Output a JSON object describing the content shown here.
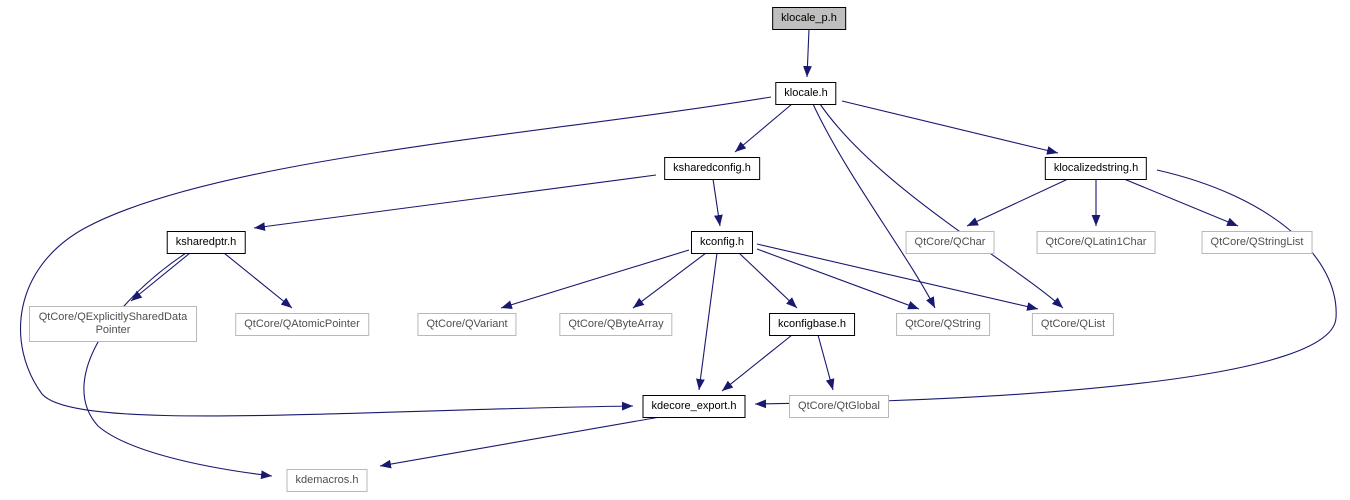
{
  "graph": {
    "description": "Include dependency graph rooted at klocale_p.h",
    "colors": {
      "edge": "#191970",
      "root_fill": "#bfbfbf",
      "internal_border": "#000000",
      "external_border": "#b8b8b8",
      "external_text": "#4f4f4f",
      "background": "#ffffff"
    },
    "nodes": [
      {
        "label": "klocale_p.h",
        "type": "root"
      },
      {
        "label": "klocale.h",
        "type": "internal"
      },
      {
        "label": "ksharedconfig.h",
        "type": "internal"
      },
      {
        "label": "klocalizedstring.h",
        "type": "internal"
      },
      {
        "label": "ksharedptr.h",
        "type": "internal"
      },
      {
        "label": "kconfig.h",
        "type": "internal"
      },
      {
        "label": "QtCore/QChar",
        "type": "external"
      },
      {
        "label": "QtCore/QLatin1Char",
        "type": "external"
      },
      {
        "label": "QtCore/QStringList",
        "type": "external"
      },
      {
        "label": "QtCore/QExplicitlySharedDataPointer",
        "type": "external"
      },
      {
        "label": "QtCore/QAtomicPointer",
        "type": "external"
      },
      {
        "label": "QtCore/QVariant",
        "type": "external"
      },
      {
        "label": "QtCore/QByteArray",
        "type": "external"
      },
      {
        "label": "kconfigbase.h",
        "type": "internal"
      },
      {
        "label": "QtCore/QString",
        "type": "external"
      },
      {
        "label": "QtCore/QList",
        "type": "external"
      },
      {
        "label": "kdecore_export.h",
        "type": "internal"
      },
      {
        "label": "QtCore/QtGlobal",
        "type": "external"
      },
      {
        "label": "kdemacros.h",
        "type": "external"
      }
    ],
    "edges": [
      {
        "from": "klocale_p.h",
        "to": "klocale.h"
      },
      {
        "from": "klocale.h",
        "to": "ksharedconfig.h"
      },
      {
        "from": "klocale.h",
        "to": "klocalizedstring.h"
      },
      {
        "from": "klocale.h",
        "to": "QtCore/QString"
      },
      {
        "from": "klocale.h",
        "to": "QtCore/QList"
      },
      {
        "from": "klocale.h",
        "to": "kdecore_export.h"
      },
      {
        "from": "ksharedconfig.h",
        "to": "kconfig.h"
      },
      {
        "from": "ksharedconfig.h",
        "to": "ksharedptr.h"
      },
      {
        "from": "ksharedptr.h",
        "to": "QtCore/QExplicitlySharedDataPointer"
      },
      {
        "from": "ksharedptr.h",
        "to": "QtCore/QAtomicPointer"
      },
      {
        "from": "ksharedptr.h",
        "to": "kdemacros.h"
      },
      {
        "from": "kconfig.h",
        "to": "QtCore/QVariant"
      },
      {
        "from": "kconfig.h",
        "to": "QtCore/QByteArray"
      },
      {
        "from": "kconfig.h",
        "to": "kconfigbase.h"
      },
      {
        "from": "kconfig.h",
        "to": "QtCore/QString"
      },
      {
        "from": "kconfig.h",
        "to": "QtCore/QList"
      },
      {
        "from": "kconfig.h",
        "to": "kdecore_export.h"
      },
      {
        "from": "kconfigbase.h",
        "to": "kdecore_export.h"
      },
      {
        "from": "kconfigbase.h",
        "to": "QtCore/QtGlobal"
      },
      {
        "from": "klocalizedstring.h",
        "to": "QtCore/QChar"
      },
      {
        "from": "klocalizedstring.h",
        "to": "QtCore/QLatin1Char"
      },
      {
        "from": "klocalizedstring.h",
        "to": "QtCore/QStringList"
      },
      {
        "from": "klocalizedstring.h",
        "to": "kdecore_export.h"
      },
      {
        "from": "kdecore_export.h",
        "to": "kdemacros.h"
      }
    ]
  }
}
